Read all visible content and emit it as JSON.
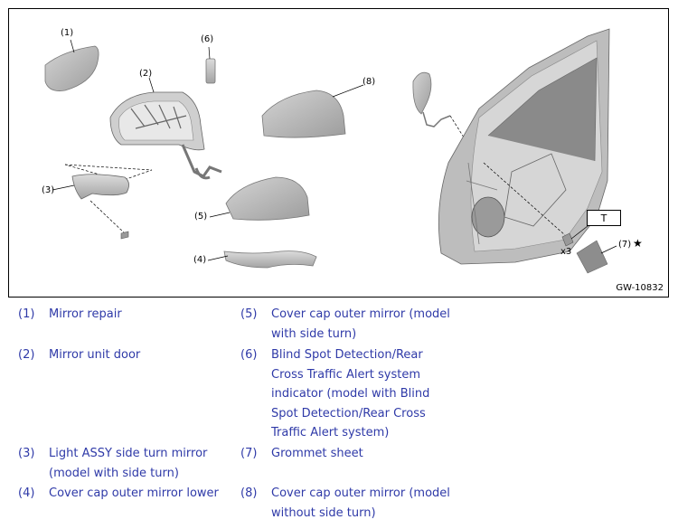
{
  "figure": {
    "code": "GW-10832",
    "torque_box": "T",
    "bolt_count": "x3",
    "callouts": [
      "(1)",
      "(2)",
      "(3)",
      "(4)",
      "(5)",
      "(6)",
      "(7)",
      "(8)"
    ],
    "star_mark": "★"
  },
  "legend": {
    "items": [
      {
        "num": "(1)",
        "label": "Mirror repair"
      },
      {
        "num": "(2)",
        "label": "Mirror unit door"
      },
      {
        "num": "(3)",
        "label": "Light ASSY side turn mirror (model with side turn)"
      },
      {
        "num": "(4)",
        "label": "Cover cap outer mirror lower"
      },
      {
        "num": "(5)",
        "label": "Cover cap outer mirror (model with side turn)"
      },
      {
        "num": "(6)",
        "label": "Blind Spot Detection/Rear Cross Traffic Alert system indicator (model with Blind Spot Detection/Rear Cross Traffic Alert system)"
      },
      {
        "num": "(7)",
        "label": "Grommet sheet"
      },
      {
        "num": "(8)",
        "label": "Cover cap outer mirror (model without side turn)"
      }
    ]
  }
}
